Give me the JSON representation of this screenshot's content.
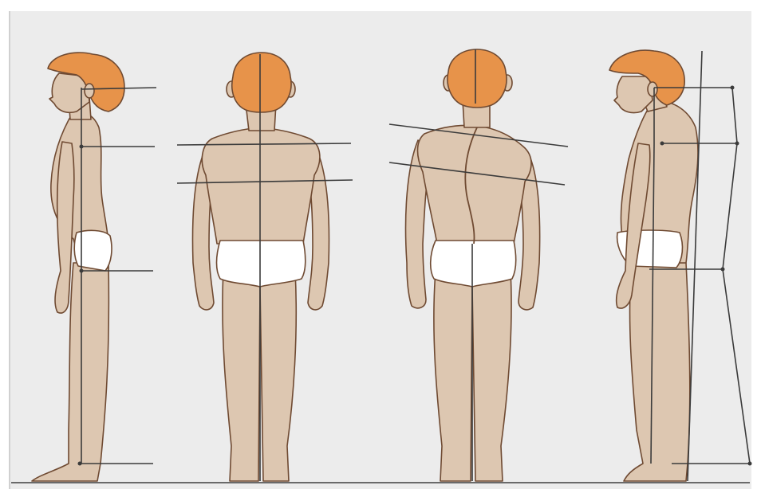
{
  "figures": [
    {
      "view": "side",
      "posture": "normal"
    },
    {
      "view": "back",
      "posture": "normal"
    },
    {
      "view": "back",
      "posture": "scoliosis"
    },
    {
      "view": "side",
      "posture": "stooped"
    }
  ],
  "colors": {
    "background": "#ececec",
    "skin": "#ddc7b1",
    "hair": "#e7934a",
    "outline": "#6f4a32",
    "underwear": "#ffffff",
    "guide_line": "#3b3b3b",
    "floor": "#6a6a6a"
  }
}
